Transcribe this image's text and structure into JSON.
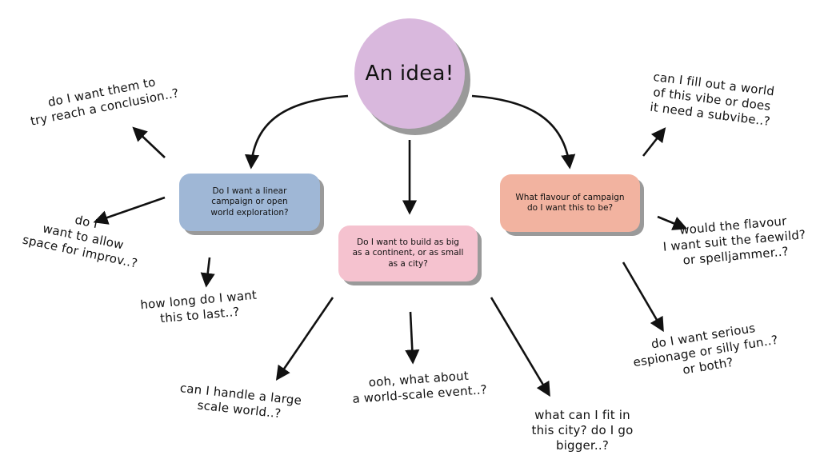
{
  "colors": {
    "center": "#d9b8dd",
    "linear_box": "#9fb7d6",
    "build_box": "#f5c2cf",
    "flavour_box": "#f2b3a0",
    "shadow": "#9a9a9a",
    "arrow": "#111111"
  },
  "center": {
    "label": "An idea!"
  },
  "boxes": {
    "linear": "Do I want a linear\ncampaign or open\nworld exploration?",
    "build": "Do I want to build as big\nas a continent, or as small\nas a city?",
    "flavour": "What flavour of campaign\ndo I want this to be?"
  },
  "questions": {
    "conclusion": "do I want them to\ntry reach a conclusion..?",
    "improv": "do I\nwant to allow\nspace for improv..?",
    "last": "how long do I want\nthis to last..?",
    "large_world": "can I handle a large\nscale world..?",
    "world_event": "ooh, what about\na world-scale event..?",
    "city": "what can I fit in\nthis city? do I go\nbigger..?",
    "subvibe": "can I fill out a world\nof this vibe or does\nit need a subvibe..?",
    "faewild": "would the flavour\nI want suit the faewild?\nor spelljammer..?",
    "espionage": "do I want serious\nespionage or silly fun..?\nor both?"
  }
}
